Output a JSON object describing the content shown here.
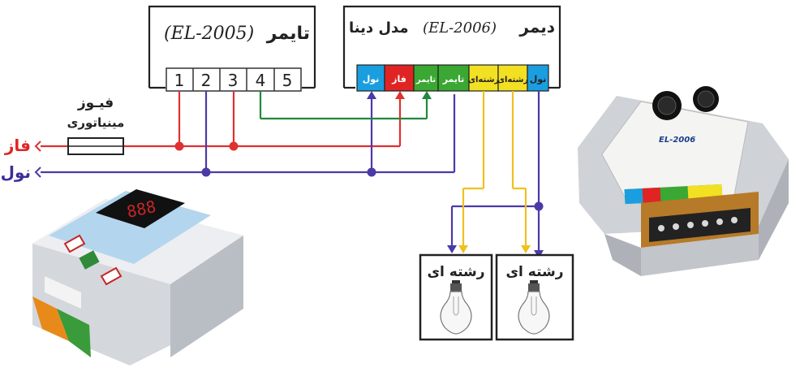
{
  "timer": {
    "title": "تایمر",
    "model": "(EL-2005)",
    "terminals": [
      "1",
      "2",
      "3",
      "4",
      "5"
    ]
  },
  "dimmer": {
    "title": "دیمر",
    "model": "(EL-2006)",
    "suffix": "مدل دینا",
    "terminals": [
      {
        "label": "نول",
        "color": "#1a9ee0"
      },
      {
        "label": "فاز",
        "color": "#e02424"
      },
      {
        "label": "تایمر",
        "color": "#3aa832"
      },
      {
        "label": "تایمر",
        "color": "#3aa832"
      },
      {
        "label": "رشته‌ای",
        "color": "#f2e022"
      },
      {
        "label": "رشته‌ای",
        "color": "#f2e022"
      },
      {
        "label": "نول",
        "color": "#1a9ee0"
      }
    ]
  },
  "fuse": {
    "line1": "فیـوز",
    "line2": "مینیاتوری"
  },
  "lines": {
    "phase": "فاز",
    "neutral": "نول"
  },
  "lamps": [
    {
      "label": "رشته ای"
    },
    {
      "label": "رشته ای"
    }
  ],
  "device_photo": {
    "model_text": "EL-2006"
  },
  "colors": {
    "phase": "#e03030",
    "neutral": "#4a3aa8",
    "timer_wire": "#1f8a3a",
    "lamp_wire": "#f0c020",
    "phase_label": "#e02424",
    "neutral_label": "#3b2e9a"
  }
}
